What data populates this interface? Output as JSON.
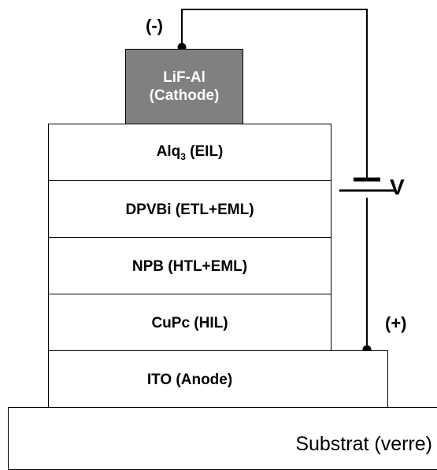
{
  "cathode": {
    "line1": "LiF-Al",
    "line2": "(Cathode)"
  },
  "layers": {
    "eil": {
      "prefix": "Alq",
      "subscript": "3",
      "suffix": " (EIL)"
    },
    "etl": "DPVBi (ETL+EML)",
    "htl": "NPB (HTL+EML)",
    "hil": "CuPc (HIL)"
  },
  "anode": "ITO (Anode)",
  "substrate": "Substrat (verre)",
  "terminals": {
    "negative": "(-)",
    "positive": "(+)"
  },
  "battery": {
    "label": "V"
  },
  "colors": {
    "cathode_fill": "#808080",
    "line": "#000000"
  }
}
